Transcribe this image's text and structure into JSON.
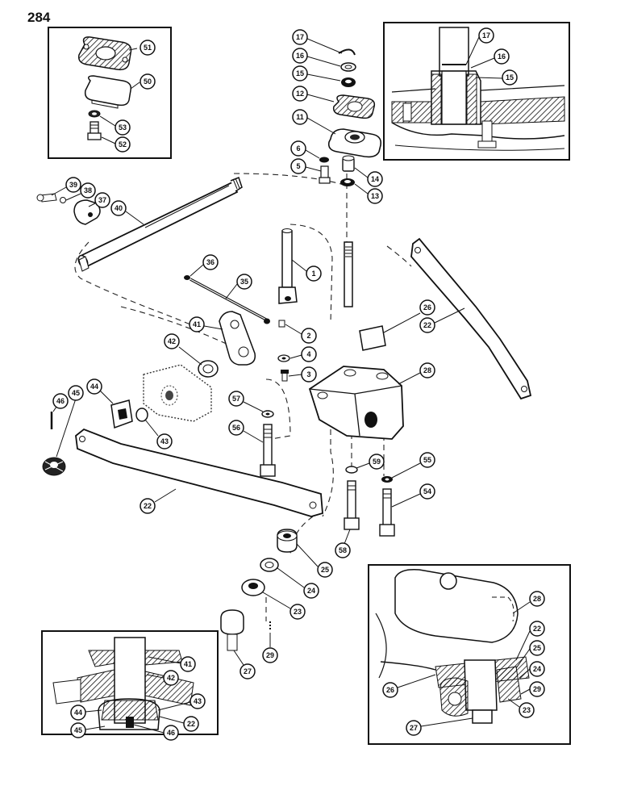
{
  "page_number": "284",
  "callouts": {
    "c1": "1",
    "c2": "2",
    "c3": "3",
    "c4": "4",
    "c5": "5",
    "c6": "6",
    "c11": "11",
    "c12": "12",
    "c13": "13",
    "c14": "14",
    "c15": "15",
    "c16": "16",
    "c17": "17",
    "c22": "22",
    "c23": "23",
    "c24": "24",
    "c25": "25",
    "c26": "26",
    "c27": "27",
    "c28": "28",
    "c29": "29",
    "c35": "35",
    "c36": "36",
    "c37": "37",
    "c38": "38",
    "c39": "39",
    "c40": "40",
    "c41": "41",
    "c42": "42",
    "c43": "43",
    "c44": "44",
    "c45": "45",
    "c46": "46",
    "c50": "50",
    "c51": "51",
    "c52": "52",
    "c53": "53",
    "c54": "54",
    "c55": "55",
    "c56": "56",
    "c57": "57",
    "c58": "58",
    "c59": "59"
  }
}
